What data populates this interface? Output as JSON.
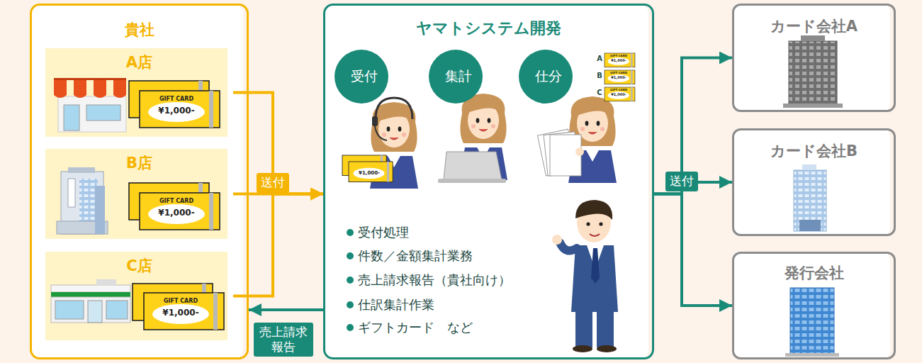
{
  "diagram": {
    "nodes": [
      {
        "text": [
          "貴社"
        ]
      },
      {
        "text": [
          "A店"
        ],
        "in": 0
      },
      {
        "text": [
          "B店"
        ],
        "in": 0
      },
      {
        "text": [
          "C店"
        ],
        "in": 0
      },
      {
        "text": [
          "ヤマトシステム開発",
          "受付処理",
          "件数／金額集計業務",
          "売上請求報告（貴社向け）",
          "仕訳集計作業",
          "ギフトカード　など"
        ]
      },
      {
        "text": [
          "受付"
        ],
        "in": 4
      },
      {
        "text": [
          "集計"
        ],
        "in": 4
      },
      {
        "text": [
          "仕分"
        ],
        "in": 4
      },
      {
        "text": [
          "カード会社A"
        ]
      },
      {
        "text": [
          "カード会社B"
        ]
      },
      {
        "text": [
          "発行会社"
        ]
      }
    ],
    "edges": [
      {
        "from": 1,
        "to": 4,
        "arrow": "to"
      },
      {
        "from": 2,
        "to": 4,
        "label": "送付",
        "arrow": "to"
      },
      {
        "from": 3,
        "to": 4,
        "arrow": "to"
      },
      {
        "from": 4,
        "to": 8,
        "arrow": "to"
      },
      {
        "from": 4,
        "to": 9,
        "label": "送付",
        "arrow": "to"
      },
      {
        "from": 4,
        "to": 10,
        "arrow": "to"
      },
      {
        "from": 4,
        "to": 0,
        "label": "売上請求 報告",
        "arrow": "to"
      }
    ],
    "labels": [
      "GIFT CARD",
      "¥1,000-",
      "GIFT CARD",
      "¥1,000-",
      "GIFT CARD",
      "¥1,000-",
      "¥1,000-",
      "A",
      "GIFT CARD",
      "¥1,000-",
      "B",
      "GIFT CARD",
      "¥1,000-",
      "C",
      "GIFT CARD",
      "¥1,000-"
    ]
  }
}
